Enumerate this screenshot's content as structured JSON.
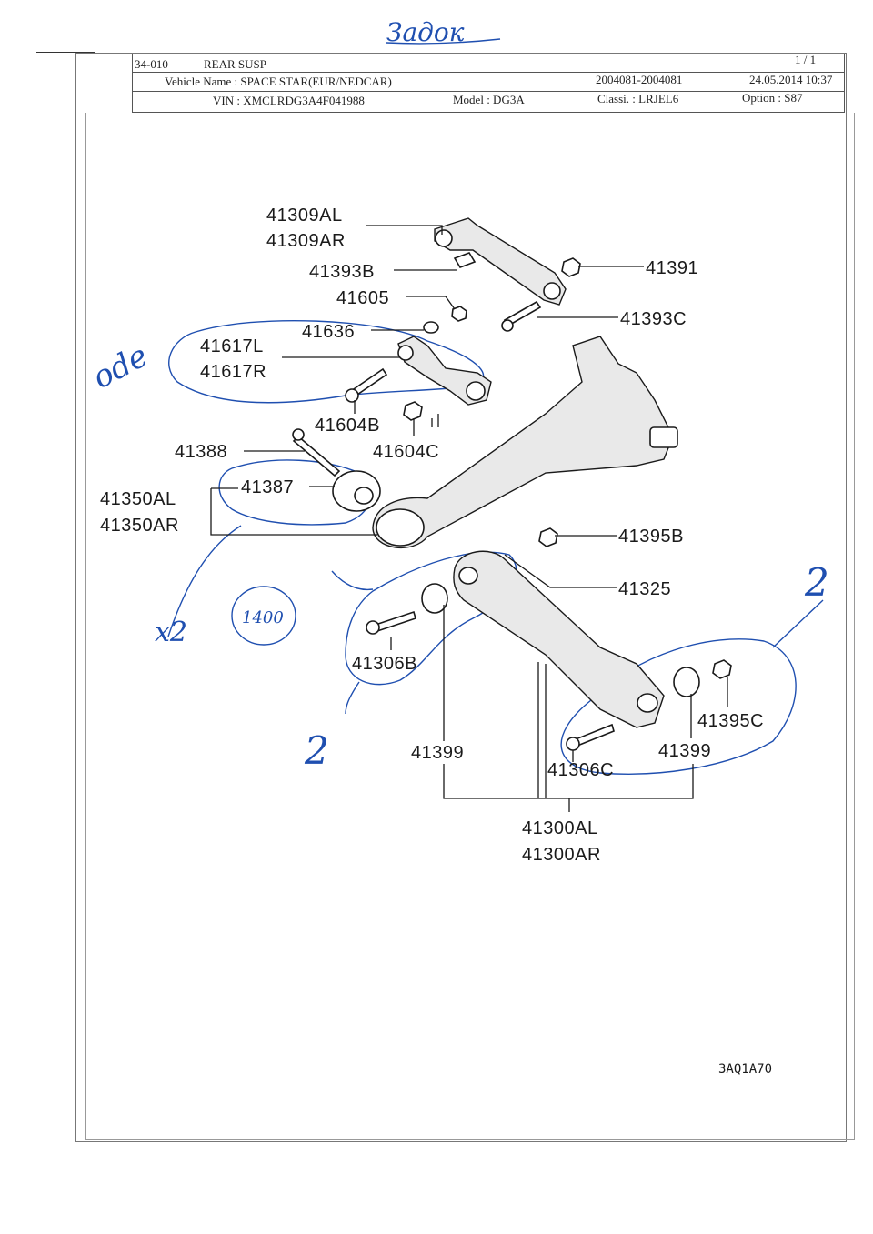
{
  "header": {
    "section_code": "34-010",
    "section_name": "REAR SUSP",
    "page_indicator": "1 / 1",
    "vehicle_name": "Vehicle Name : SPACE STAR(EUR/NEDCAR)",
    "date_range": "2004081-2004081",
    "print_datetime": "24.05.2014  10:37",
    "vin": "VIN : XMCLRDG3A4F041988",
    "model": "Model : DG3A",
    "classi": "Classi. : LRJEL6",
    "option": "Option : S87"
  },
  "handwriting": {
    "top": "Задок",
    "left_note": "ode",
    "mid_note_a": "x2",
    "mid_note_b": "1400",
    "right_two": "2",
    "bottom_two": "2"
  },
  "parts": {
    "p41309AL": "41309AL",
    "p41309AR": "41309AR",
    "p41393B": "41393B",
    "p41391": "41391",
    "p41605": "41605",
    "p41393C": "41393C",
    "p41636": "41636",
    "p41617L": "41617L",
    "p41617R": "41617R",
    "p41604B": "41604B",
    "p41604C": "41604C",
    "p41388": "41388",
    "p41387": "41387",
    "p41350AL": "41350AL",
    "p41350AR": "41350AR",
    "p41395B": "41395B",
    "p41325": "41325",
    "p41306B": "41306B",
    "p41395C": "41395C",
    "p41399a": "41399",
    "p41399b": "41399",
    "p41306C": "41306C",
    "p41300AL": "41300AL",
    "p41300AR": "41300AR"
  },
  "illustration_code": "3AQ1A70"
}
